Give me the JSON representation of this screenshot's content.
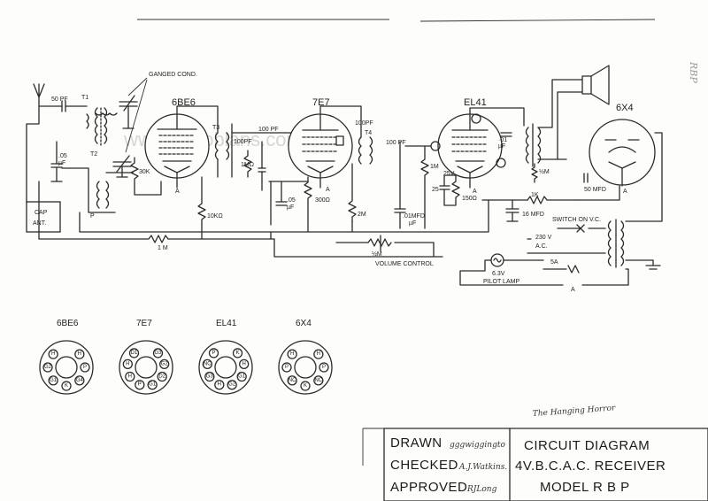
{
  "watermark": "www.radioblans.com",
  "side_note": "RBP",
  "antenna": {
    "cap_label": "50 PF",
    "box_label_1": "CAP",
    "box_label_2": "ANT."
  },
  "components": {
    "ganged": "GANGED COND.",
    "t1": "T1",
    "t2": "T2",
    "t3": "T3",
    "t4": "T4",
    "c05": ".05",
    "c05_unit": "µF",
    "r30k": "30K",
    "c100pf_a": "100PF",
    "c100pf_b": "100 PF",
    "c100pf_c": "100PF",
    "c100pf_d": "100 PF",
    "r1m_a": "1MΩ",
    "r10k": "10KΩ",
    "c05b": ".05",
    "c05b_unit": "µF",
    "r300": "300Ω",
    "r2m": "2M",
    "c01": ".01MFD",
    "c01_unit": "µF",
    "r1m_b": "1M",
    "c25": "25",
    "c25_v": "25V",
    "r150": "150Ω",
    "c01b": "·01",
    "c01b_unit": "µF",
    "r5m": "½M",
    "r1k": "1K",
    "c50": "50 MFD",
    "c16": "16 MFD",
    "switch": "SWITCH ON V.C.",
    "mains_1": "230 V",
    "mains_2": "A.C.",
    "fuse": "5A",
    "lamp_1": "6.3V",
    "lamp_2": "PILOT LAMP",
    "r1m_c": "1 M",
    "vc_value": "½M",
    "vc_label": "VOLUME CONTROL",
    "a_mark": "A",
    "p_mark": "P"
  },
  "tubes": [
    "6BE6",
    "7E7",
    "EL41",
    "6X4"
  ],
  "bases": [
    {
      "name": "6BE6",
      "pins": [
        "H",
        "P",
        "G4",
        "K",
        "G1",
        "G2",
        "H"
      ]
    },
    {
      "name": "7E7",
      "pins": [
        "G3",
        "G2",
        "D2",
        "G1",
        "P",
        "H",
        "H",
        "D1"
      ]
    },
    {
      "name": "EL41",
      "pins": [
        "K",
        "H",
        "G1",
        "G2",
        "H",
        "G3",
        "NC",
        "P"
      ]
    },
    {
      "name": "6X4",
      "pins": [
        "H",
        "P",
        "NC",
        "K",
        "NC",
        "P",
        "H"
      ]
    }
  ],
  "title_block": {
    "drawn_label": "DRAWN",
    "drawn_sig": "gggwiggingto",
    "checked_label": "CHECKED",
    "checked_sig": "A.J.Watkins.",
    "approved_label": "APPROVED",
    "approved_sig": "RJLong",
    "note": "The Hanging Horror",
    "title_1": "CIRCUIT DIAGRAM",
    "title_2": "4V.B.C.A.C. RECEIVER",
    "title_3": "MODEL R B P"
  }
}
